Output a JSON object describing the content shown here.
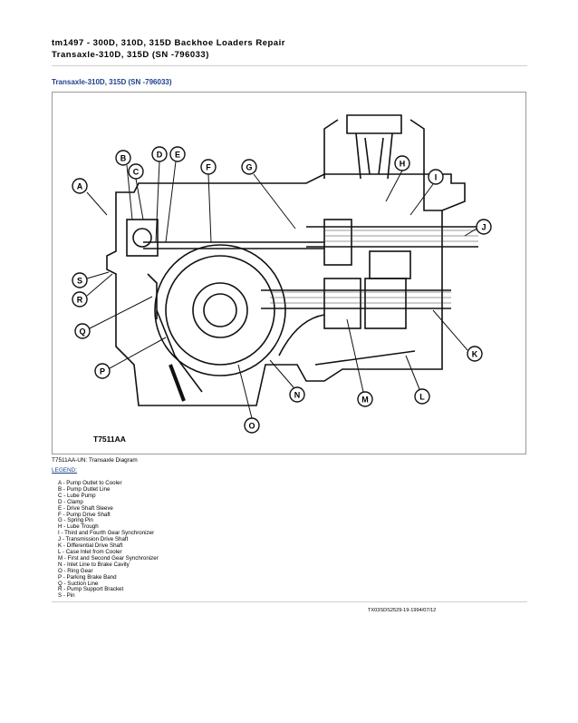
{
  "header": {
    "line1": "tm1497 - 300D, 310D, 315D Backhoe Loaders Repair",
    "line2": "Transaxle-310D, 315D (SN -796033)"
  },
  "section_title": "Transaxle-310D, 315D (SN -796033)",
  "figure": {
    "id_label": "T7511AA",
    "callouts": [
      "A",
      "B",
      "C",
      "D",
      "E",
      "F",
      "G",
      "H",
      "I",
      "J",
      "K",
      "L",
      "M",
      "N",
      "O",
      "P",
      "Q",
      "R",
      "S"
    ]
  },
  "caption": "T7511AA-UN: Transaxle Diagram",
  "legend_title": "LEGEND:",
  "legend_items": [
    "A - Pump Outlet to Cooler",
    "B - Pump Outlet Line",
    "C - Lube Pump",
    "D - Clamp",
    "E - Drive Shaft Sleeve",
    "F - Pump Drive Shaft",
    "G - Spring Pin",
    "H - Lube Trough",
    "I - Third and Fourth Gear Synchronizer",
    "J - Transmission Drive Shaft",
    "K - Differential Drive Shaft",
    "L - Case Inlet from Cooler",
    "M - First and Second Gear Synchronizer",
    "N - Inlet Line to Brake Cavity",
    "O - Ring Gear",
    "P - Parking Brake Band",
    "Q - Suction Line",
    "R - Pump Support Bracket",
    "S - Pin"
  ],
  "footer_code": "TX03SDS2529-19-1994/07/12"
}
